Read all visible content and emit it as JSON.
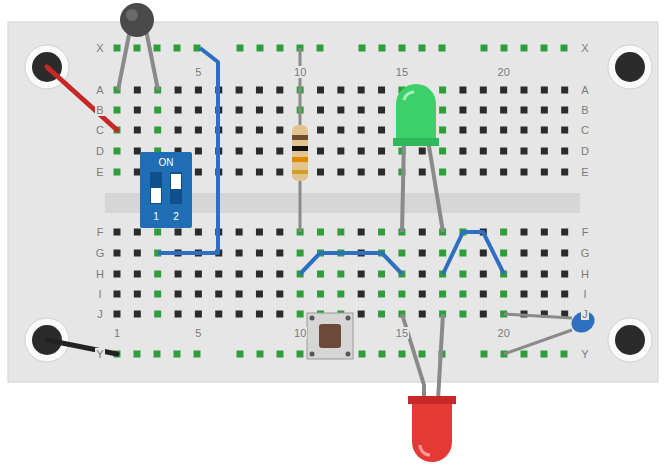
{
  "diagram": {
    "nodes": [
      {
        "text": [
          "ON",
          "1",
          "2"
        ]
      }
    ],
    "labels": [
      "X",
      "X",
      "5",
      "10",
      "15",
      "20",
      "A",
      "A",
      "B",
      "B",
      "C",
      "C",
      "D",
      "D",
      "E",
      "E",
      "F",
      "F",
      "G",
      "G",
      "H",
      "H",
      "I",
      "I",
      "J",
      "J",
      "1",
      "5",
      "10",
      "15",
      "20",
      "Y",
      "Y"
    ]
  }
}
